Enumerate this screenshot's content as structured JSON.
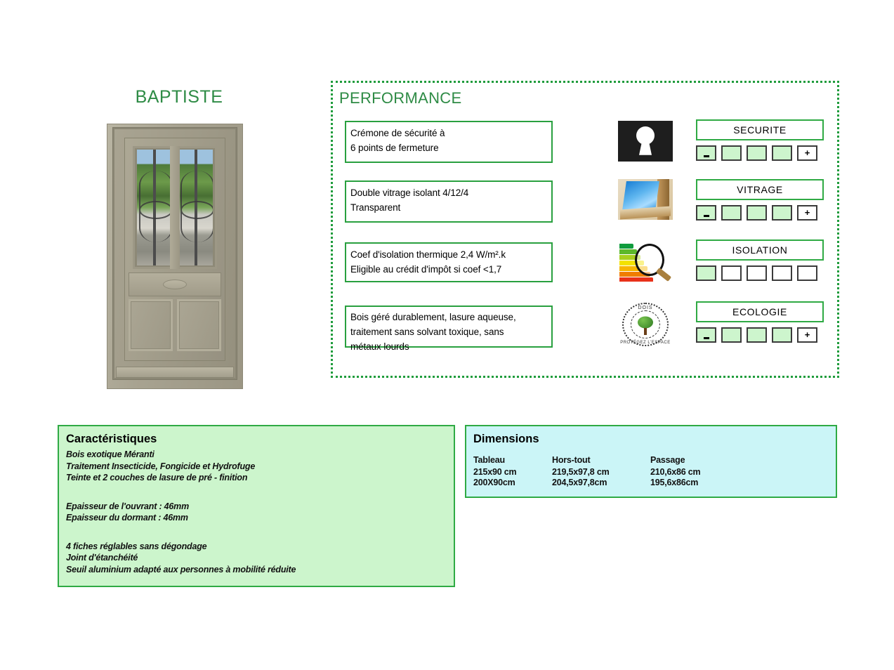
{
  "product": {
    "title": "BAPTISTE",
    "photo_alt": "porte-entree-bois-baptiste"
  },
  "performance": {
    "heading": "PERFORMANCE",
    "rows": [
      {
        "icon": "keyhole-icon",
        "text_line1": "Crémone de sécurité à",
        "text_line2": "6 points de fermeture",
        "text_line3": "",
        "rating_label": "SECURITE",
        "boxes": [
          {
            "filled": true,
            "sign": "-"
          },
          {
            "filled": true,
            "sign": ""
          },
          {
            "filled": true,
            "sign": ""
          },
          {
            "filled": true,
            "sign": ""
          },
          {
            "filled": false,
            "sign": "+"
          }
        ]
      },
      {
        "icon": "window-glazing-icon",
        "text_line1": "Double vitrage isolant 4/12/4",
        "text_line2": "Transparent",
        "text_line3": "",
        "rating_label": "VITRAGE",
        "boxes": [
          {
            "filled": true,
            "sign": "-"
          },
          {
            "filled": true,
            "sign": ""
          },
          {
            "filled": true,
            "sign": ""
          },
          {
            "filled": true,
            "sign": ""
          },
          {
            "filled": false,
            "sign": "+"
          }
        ]
      },
      {
        "icon": "energy-label-magnifier-icon",
        "text_line1": "Coef d'isolation thermique  2,4 W/m².k",
        "text_line2": "Eligible au crédit d'impôt si coef <1,7",
        "text_line3": "",
        "rating_label": "ISOLATION",
        "boxes": [
          {
            "filled": true,
            "sign": ""
          },
          {
            "filled": false,
            "sign": ""
          },
          {
            "filled": false,
            "sign": ""
          },
          {
            "filled": false,
            "sign": ""
          },
          {
            "filled": false,
            "sign": ""
          }
        ]
      },
      {
        "icon": "forest-stamp-icon",
        "text_line1": "Bois géré durablement, lasure aqueuse,",
        "text_line2": "traitement sans solvant toxique, sans",
        "text_line3": "métaux lourds",
        "rating_label": "ECOLOGIE",
        "boxes": [
          {
            "filled": true,
            "sign": "-"
          },
          {
            "filled": true,
            "sign": ""
          },
          {
            "filled": true,
            "sign": ""
          },
          {
            "filled": true,
            "sign": ""
          },
          {
            "filled": false,
            "sign": "+"
          }
        ]
      }
    ]
  },
  "caracteristiques": {
    "heading": "Caractéristiques",
    "group1": [
      "Bois exotique Méranti",
      "Traitement Insecticide, Fongicide et Hydrofuge",
      "Teinte et 2 couches de lasure de pré - finition"
    ],
    "group2": [
      "Epaisseur de l'ouvrant : 46mm",
      "Epaisseur du dormant : 46mm"
    ],
    "group3": [
      "4 fiches réglables sans dégondage",
      "Joint d'étanchéité",
      "Seuil aluminium adapté aux personnes à mobilité réduite"
    ]
  },
  "dimensions": {
    "heading": "Dimensions",
    "headers": [
      "Tableau",
      "Hors-tout",
      "Passage"
    ],
    "rows": [
      [
        "215x90 cm",
        "219,5x97,8 cm",
        "210,6x86 cm"
      ],
      [
        "200X90cm",
        "204,5x97,8cm",
        "195,6x86cm"
      ]
    ]
  },
  "stamp": {
    "top_text": "DOIS",
    "bottom_text": "PROTÉGEZ L'ESPACE"
  },
  "colors": {
    "green_accent": "#2e8b45",
    "green_border": "#2faa44",
    "dotted_border": "#1f9c3c",
    "panel_green_bg": "#ccf5cc",
    "panel_cyan_bg": "#cbf5f7",
    "box_fill": "#cdf5cd",
    "box_border": "#3b3b3b"
  },
  "energy_bar_colors": [
    "#0f9b3d",
    "#5cb82b",
    "#a8cf1f",
    "#f3e200",
    "#f7b500",
    "#f07d00",
    "#e8311a",
    "#d3101a"
  ]
}
